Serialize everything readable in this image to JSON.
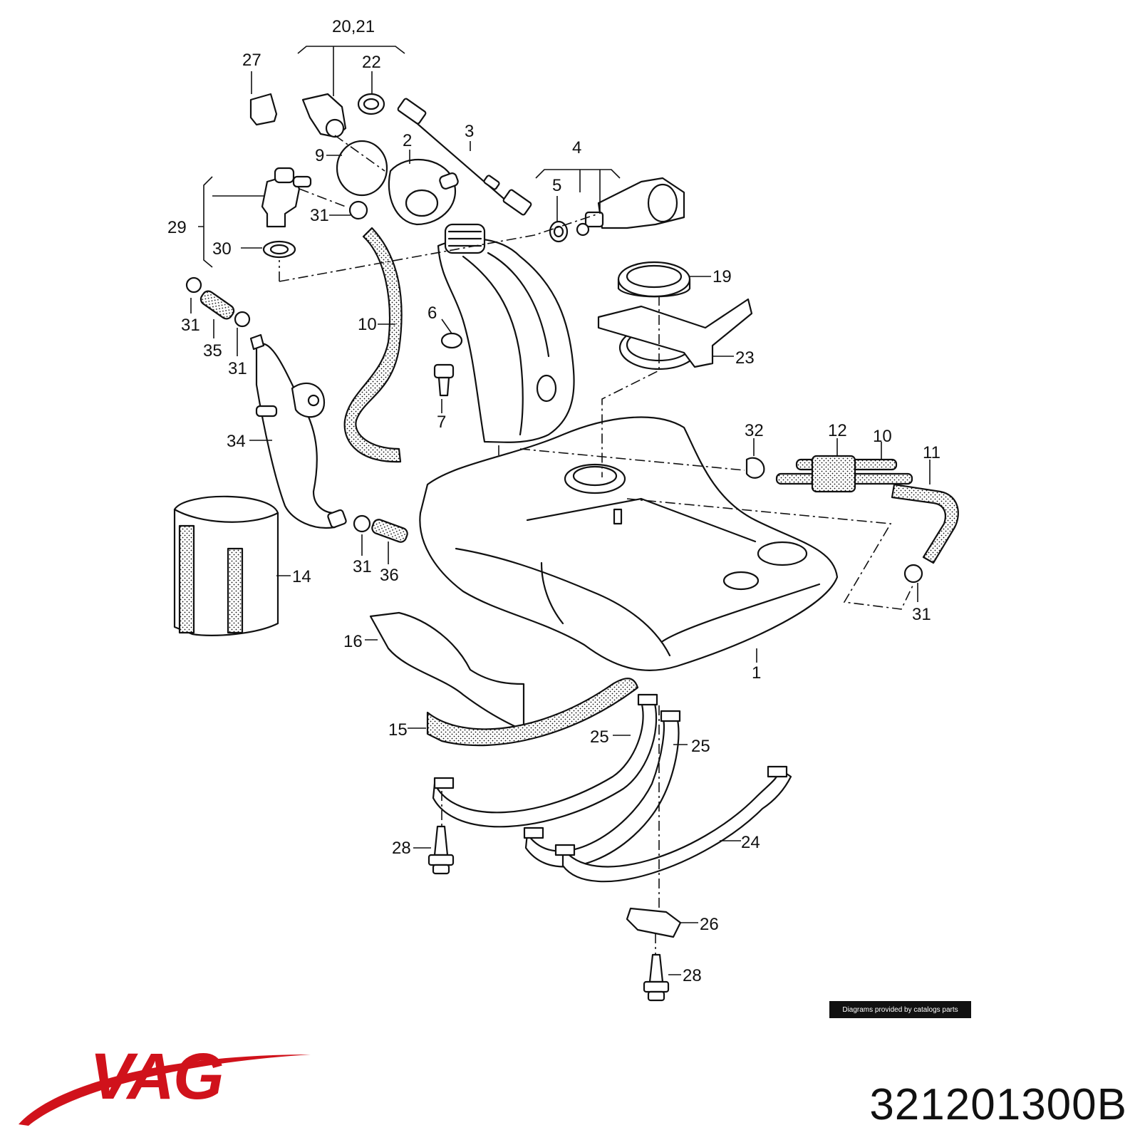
{
  "diagram": {
    "callouts": {
      "c1": "1",
      "c2": "2",
      "c3": "3",
      "c4": "4",
      "c5": "5",
      "c6": "6",
      "c7": "7",
      "c9": "9",
      "c10a": "10",
      "c10b": "10",
      "c11": "11",
      "c12": "12",
      "c14": "14",
      "c15": "15",
      "c16": "16",
      "c19": "19",
      "c2021": "20,21",
      "c22": "22",
      "c23": "23",
      "c24": "24",
      "c25a": "25",
      "c25b": "25",
      "c26": "26",
      "c27": "27",
      "c28a": "28",
      "c28b": "28",
      "c29": "29",
      "c30": "30",
      "c31a": "31",
      "c31b": "31",
      "c31c": "31",
      "c31d": "31",
      "c31e": "31",
      "c32": "32",
      "c34": "34",
      "c35": "35",
      "c36": "36"
    }
  },
  "credit": "Diagrams provided by catalogs parts",
  "brand": {
    "name": "VAG",
    "color": "#d0121b"
  },
  "part_number": "321201300B"
}
